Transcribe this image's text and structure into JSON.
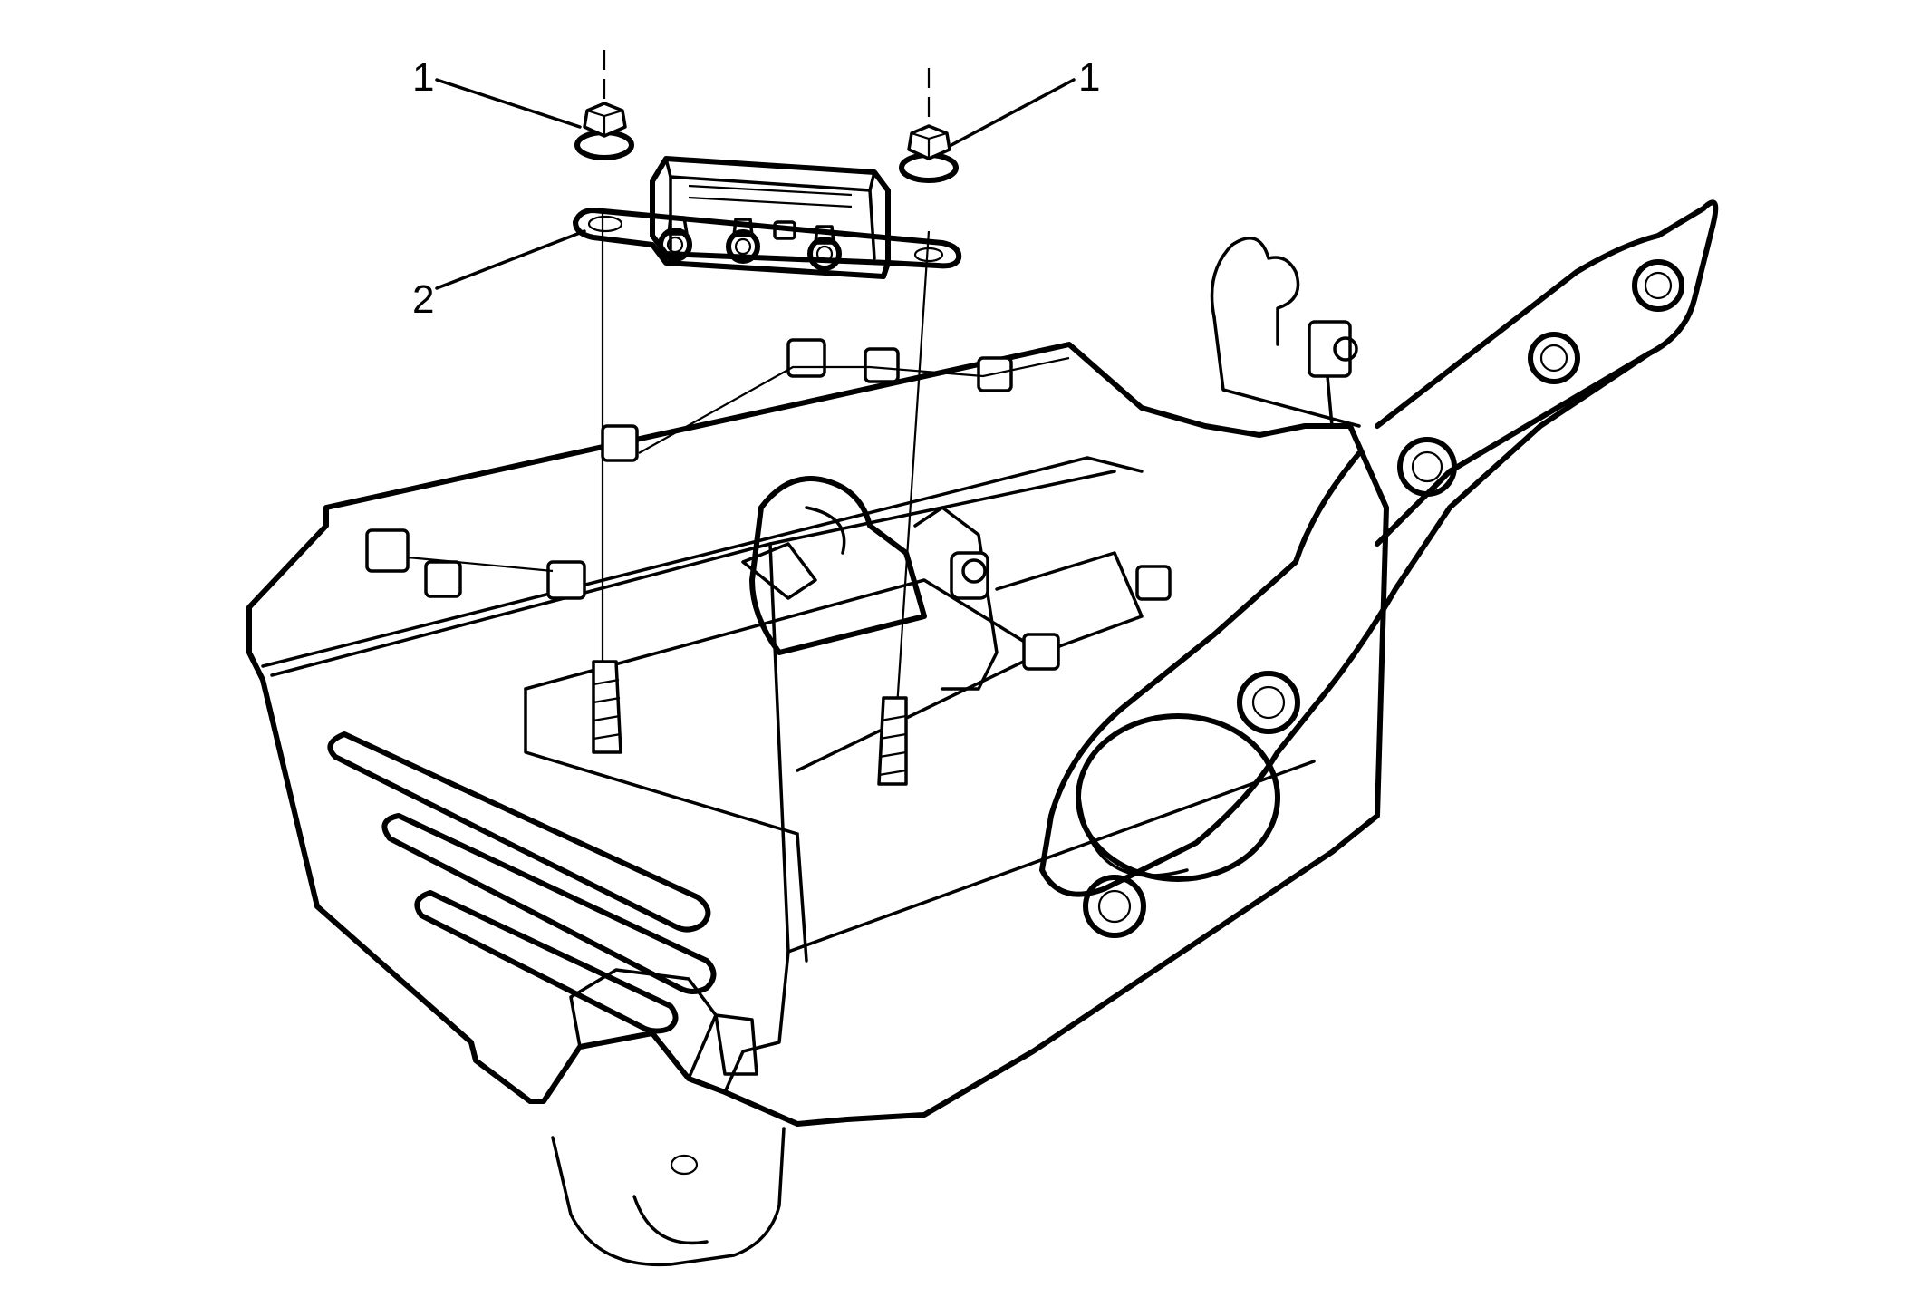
{
  "callouts": [
    {
      "id": "nut-left",
      "label": "1"
    },
    {
      "id": "nut-right",
      "label": "1"
    },
    {
      "id": "module",
      "label": "2"
    }
  ],
  "colors": {
    "line": "#000000",
    "background": "#ffffff"
  }
}
